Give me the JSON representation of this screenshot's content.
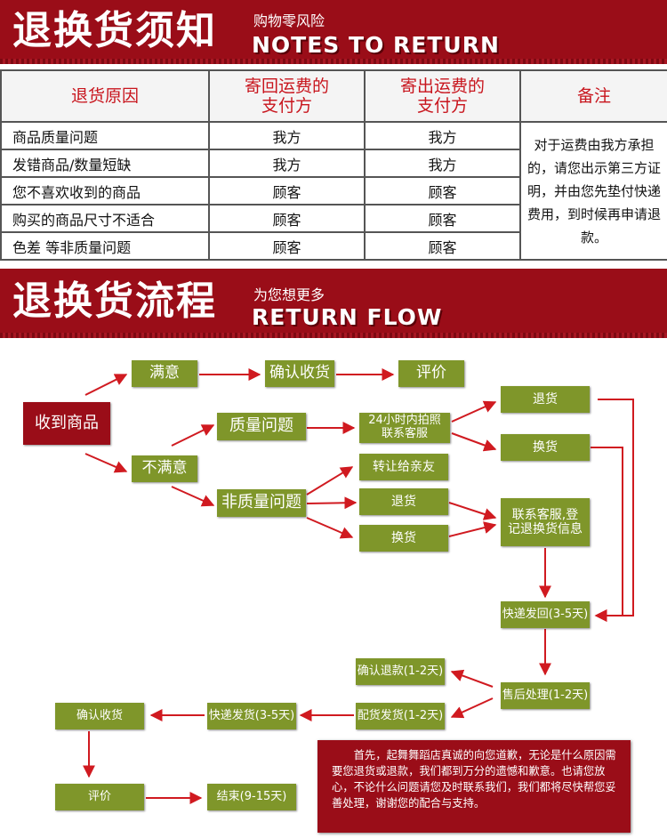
{
  "section1": {
    "title": "退换货须知",
    "subtitle": "购物零风险",
    "title_en": "NOTES TO RETURN"
  },
  "notes_table": {
    "headers": [
      "退货原因",
      "寄回运费的\n支付方",
      "寄出运费的\n支付方",
      "备注"
    ],
    "rows": [
      {
        "reason": "商品质量问题",
        "return_payer": "我方",
        "send_payer": "我方"
      },
      {
        "reason": "发错商品/数量短缺",
        "return_payer": "我方",
        "send_payer": "我方"
      },
      {
        "reason": "您不喜欢收到的商品",
        "return_payer": "顾客",
        "send_payer": "顾客"
      },
      {
        "reason": "购买的商品尺寸不适合",
        "return_payer": "顾客",
        "send_payer": "顾客"
      },
      {
        "reason": "色差 等非质量问题",
        "return_payer": "顾客",
        "send_payer": "顾客"
      }
    ],
    "remark": "对于运费由我方承担的，请您出示第三方证明，并由您先垫付快递费用，到时候再申请退款。"
  },
  "section2": {
    "title": "退换货流程",
    "subtitle": "为您想更多",
    "title_en": "RETURN FLOW"
  },
  "flow": {
    "received": "收到商品",
    "satisfied": "满意",
    "confirm_receipt": "确认收货",
    "review": "评价",
    "unsatisfied": "不满意",
    "quality_issue": "质量问题",
    "contact_24h": "24小时内拍照联系客服",
    "return_a": "退货",
    "exchange_a": "换货",
    "non_quality_issue": "非质量问题",
    "transfer_friend": "转让给亲友",
    "return_b": "退货",
    "exchange_b": "换货",
    "contact_register": "联系客服,登记退换货信息",
    "express_back": "快递发回(3-5天)",
    "after_sales": "售后处理(1-2天)",
    "confirm_refund": "确认退款(1-2天)",
    "dispatch": "配货发货(1-2天)",
    "express_send": "快递发货(3-5天)",
    "confirm_receipt_2": "确认收货",
    "review_2": "评价",
    "end": "结束(9-15天)"
  },
  "notice": {
    "text": "首先，起舞舞蹈店真诚的向您道歉，无论是什么原因需要您退货或退款，我们都到万分的遗憾和歉意。也请您放心，不论什么问题请您及时联系我们，我们都将尽快帮您妥善处理，谢谢您的配合与支持。"
  },
  "colors": {
    "banner_red": "#9a0d18",
    "node_green": "#7f962a",
    "arrow_red": "#d01a20",
    "header_text_red": "#c8151d"
  }
}
